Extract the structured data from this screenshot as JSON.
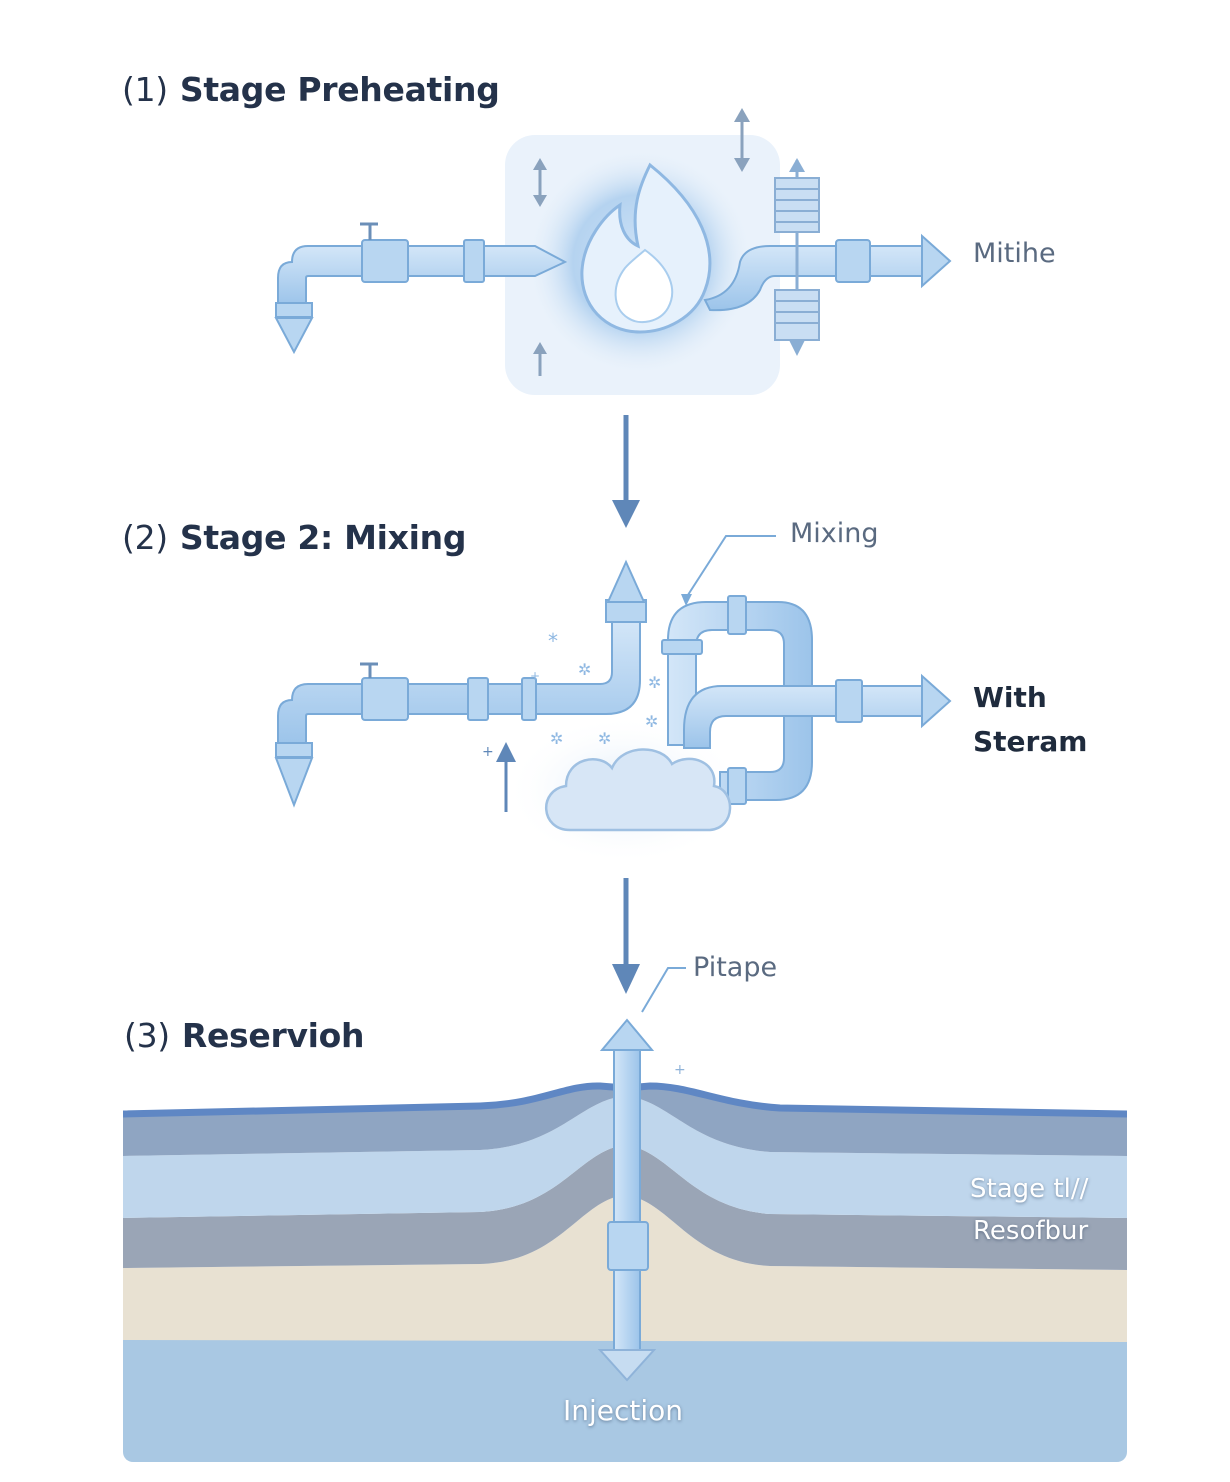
{
  "stages": [
    {
      "number": "(1)",
      "title": "Stage Preheating"
    },
    {
      "number": "(2)",
      "title": "Stage 2: Mixing"
    },
    {
      "number": "(3)",
      "title": "Reservioh"
    }
  ],
  "labels": {
    "preheat_output": "Mitihe",
    "mixing_callout": "Mixing",
    "mixing_output_line1": "With",
    "mixing_output_line2": "Steram",
    "pipe_callout": "Pitape",
    "reservoir_stage_label": "Stage tl//",
    "reservoir_label": "Resofbur",
    "injection_label": "Injection"
  },
  "colors": {
    "pipe": "#a9cdee",
    "pipe_edge": "#7aaad8",
    "flow_arrow": "#5f87b8",
    "title_text": "#24324a",
    "callout_text": "#5a6a80"
  }
}
